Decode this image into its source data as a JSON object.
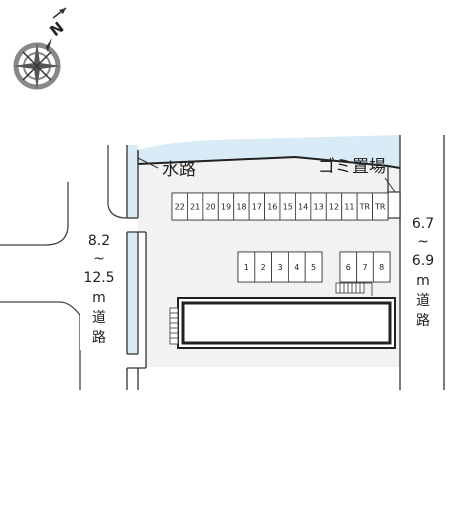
{
  "labels": {
    "waterway": "水路",
    "garbage": "ゴミ置場",
    "compass_letter": "N"
  },
  "roads": {
    "left": {
      "width_from": "8.2",
      "tilde": "~",
      "width_to": "12.5",
      "unit": "m",
      "char1": "道",
      "char2": "路"
    },
    "right": {
      "width_from": "6.7",
      "tilde": "~",
      "width_to": "6.9",
      "unit": "m",
      "char1": "道",
      "char2": "路"
    }
  },
  "parking_top_row": [
    "22",
    "21",
    "20",
    "19",
    "18",
    "17",
    "16",
    "15",
    "14",
    "13",
    "12",
    "11",
    "TR",
    "TR"
  ],
  "parking_group_a": [
    "1",
    "2",
    "3",
    "4",
    "5"
  ],
  "parking_group_b": [
    "6",
    "7",
    "8"
  ],
  "colors": {
    "water": "#d9ebf7",
    "line": "#333333",
    "lot_fill": "#f2f2f2",
    "building_outline": "#222222"
  },
  "icons": [
    "compass-rose-icon"
  ]
}
